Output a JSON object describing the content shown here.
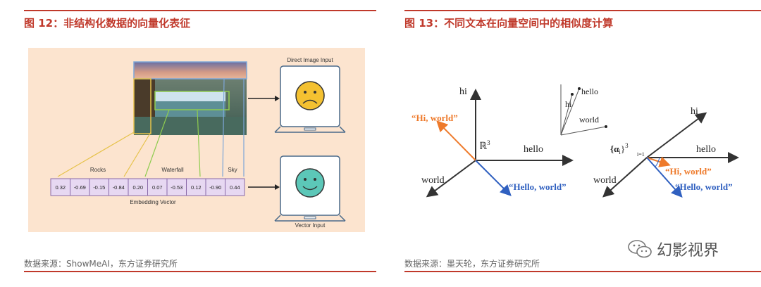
{
  "left": {
    "title": "图 12：非结构化数据的向量化表征",
    "source": "数据来源：ShowMeAI，东方证券研究所",
    "direct_label": "Direct Image Input",
    "vector_label": "Vector Input",
    "embedding_label": "Embedding Vector",
    "group_labels": [
      "Rocks",
      "Waterfall",
      "Sky"
    ],
    "vector_values": [
      "0.32",
      "-0.69",
      "-0.15",
      "-0.84",
      "0.20",
      "0.07",
      "-0.53",
      "0.12",
      "-0.90",
      "0.44"
    ],
    "colors": {
      "background": "#fce4cf",
      "rocks": "#e6c24a",
      "waterfall": "#8fcc4f",
      "sky": "#7da6d8",
      "sad_face": "#f4c131",
      "happy_face": "#5cc7b8"
    }
  },
  "right": {
    "title": "图 13：不同文本在向量空间中的相似度计算",
    "source": "数据来源：墨天轮，东方证券研究所",
    "axes1": {
      "hi": "hi",
      "hello": "hello",
      "world": "world",
      "space": "ℝ",
      "space_sup": "3"
    },
    "vec_hi_world": "“Hi, world”",
    "vec_hello_world": "“Hello, world”",
    "inset": {
      "hello": "hello",
      "hi": "hi",
      "world": "world"
    },
    "axes2": {
      "hi": "hi",
      "hello": "hello",
      "world": "world",
      "alpha_set": "{α",
      "alpha_sub": "i",
      "alpha_close": "}",
      "alpha_sup": "3",
      "alpha_lower": "i=1"
    },
    "vec2_hi_world": "“Hi, world”",
    "vec2_hello_world": "“Hello, world”",
    "colors": {
      "orange": "#ee7a2b",
      "blue": "#3060c0"
    }
  },
  "watermark": {
    "text": "幻影视界",
    "icon": "wechat-icon"
  }
}
